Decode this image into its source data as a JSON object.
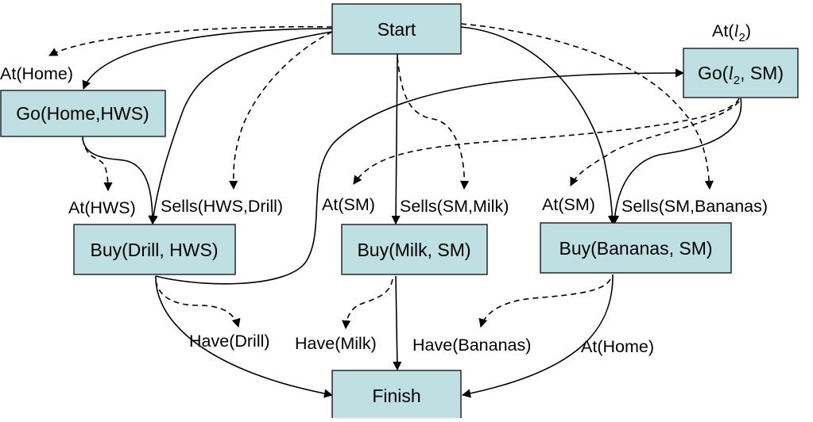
{
  "colors": {
    "node_fill": "#bfe0e3",
    "node_stroke": "#1a1a1a",
    "edge": "#000000",
    "text": "#000000"
  },
  "nodes": {
    "start": "Start",
    "go_home_hws": "Go(Home,HWS)",
    "go_l2_sm": {
      "prefix": "Go(",
      "var": "l",
      "sub": "2",
      "suffix": ", SM)"
    },
    "buy_drill": "Buy(Drill, HWS)",
    "buy_milk": "Buy(Milk, SM)",
    "buy_bananas": "Buy(Bananas, SM)",
    "finish": "Finish"
  },
  "labels": {
    "at_home_top": "At(Home)",
    "at_l2": {
      "prefix": "At(",
      "var": "l",
      "sub": "2",
      "suffix": ")"
    },
    "at_hws": "At(HWS)",
    "sells_hws_drill": "Sells(HWS,Drill)",
    "at_sm_milk": "At(SM)",
    "sells_sm_milk": "Sells(SM,Milk)",
    "at_sm_bananas": "At(SM)",
    "sells_sm_bananas": "Sells(SM,Bananas)",
    "have_drill": "Have(Drill)",
    "have_milk": "Have(Milk)",
    "have_bananas": "Have(Bananas)",
    "at_home_bottom": "At(Home)"
  }
}
